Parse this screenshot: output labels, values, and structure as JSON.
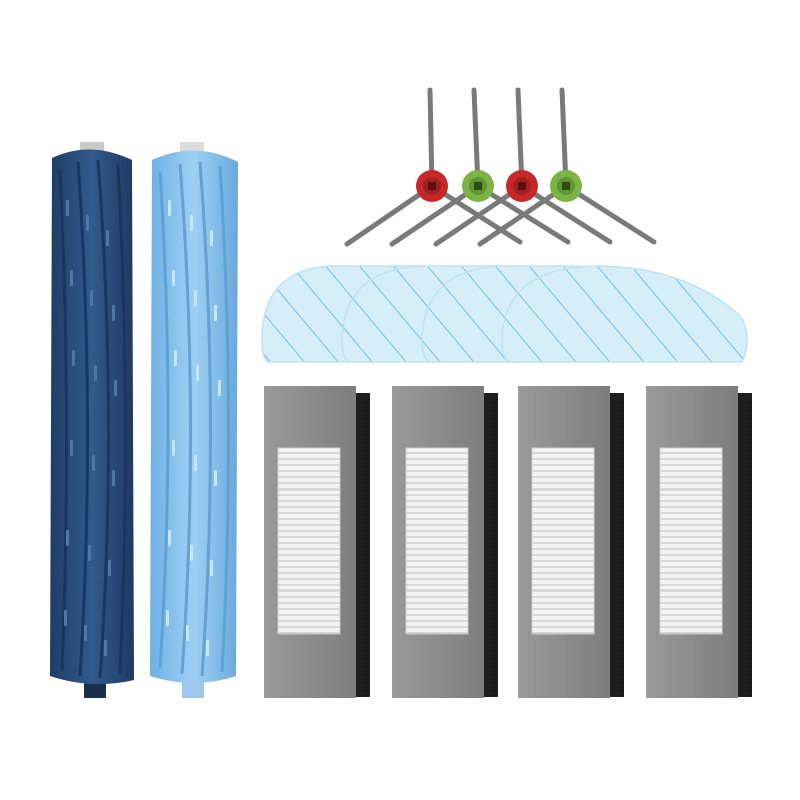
{
  "colors": {
    "background": "#ffffff",
    "main_brush_dark": "#2b4f7e",
    "main_brush_light": "#8cc3ee",
    "side_brush_arm": "#7a7a7a",
    "side_brush_hub_red": "#c62828",
    "side_brush_hub_green": "#7cb342",
    "mop_pad": "#cfeaf6",
    "mop_stripe": "#66b8d8",
    "filter_frame": "#8e8e8e",
    "filter_media": "#f2f2f2",
    "filter_sponge": "#1c1c1c"
  },
  "items": {
    "main_brushes": [
      "dark-blue",
      "light-blue"
    ],
    "side_brushes": [
      "red",
      "green",
      "red",
      "green"
    ],
    "mop_pads": 4,
    "hepa_filters": 4
  }
}
